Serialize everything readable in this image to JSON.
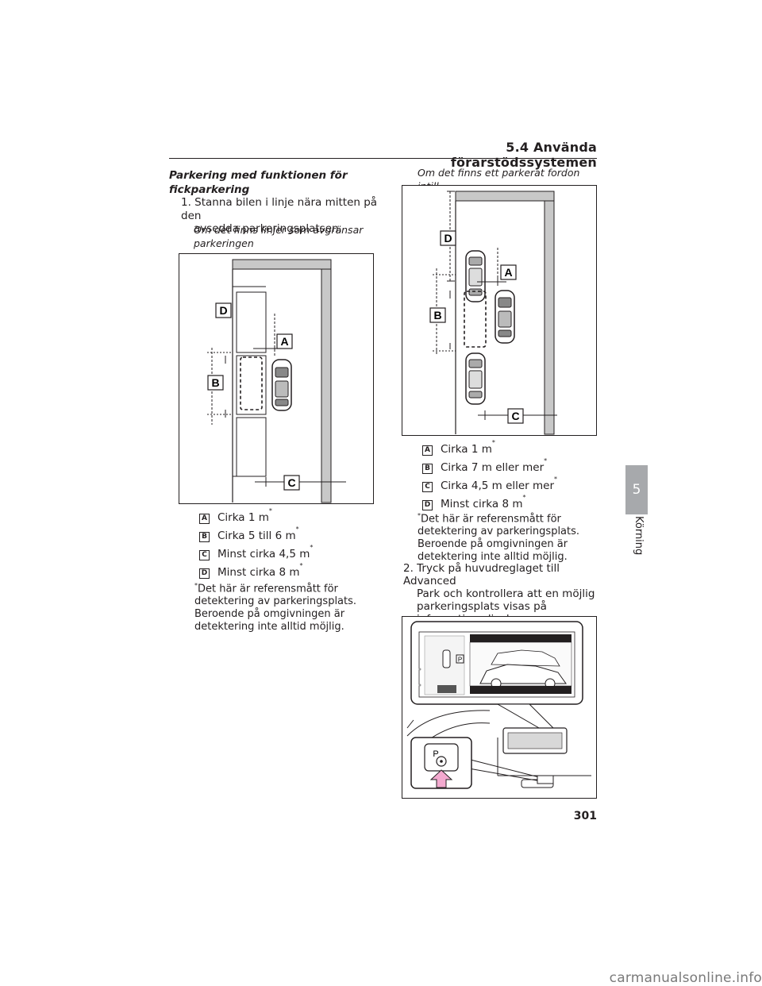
{
  "header": {
    "section": "5.4 Använda förarstödssystemen"
  },
  "left": {
    "heading_line1": "Parkering med funktionen för",
    "heading_line2": "fickparkering",
    "step1_line1": "1. Stanna bilen i linje nära mitten på den",
    "step1_line2": "avsedda parkeringsplatsen.",
    "caption_line1": "Om det finns linjer som avgränsar",
    "caption_line2": "parkeringen",
    "figure_labels": {
      "a": "A",
      "b": "B",
      "c": "C",
      "d": "D"
    },
    "legend": [
      {
        "key": "A",
        "text": "Cirka 1 m",
        "mark": "*"
      },
      {
        "key": "B",
        "text": "Cirka 5 till 6 m",
        "mark": "*"
      },
      {
        "key": "C",
        "text": "Minst cirka 4,5 m",
        "mark": "*"
      },
      {
        "key": "D",
        "text": "Minst cirka 8 m",
        "mark": "*"
      }
    ],
    "footnote_mark": "*",
    "footnote_lines": [
      "Det här är referensmått för",
      "detektering av parkeringsplats.",
      "Beroende på omgivningen är",
      "detektering inte alltid möjlig."
    ]
  },
  "right": {
    "caption": "Om det finns ett parkerat fordon intill",
    "figure_labels": {
      "a": "A",
      "b": "B",
      "c": "C",
      "d": "D"
    },
    "legend": [
      {
        "key": "A",
        "text": "Cirka 1 m",
        "mark": "*"
      },
      {
        "key": "B",
        "text": "Cirka 7 m eller mer",
        "mark": "*"
      },
      {
        "key": "C",
        "text": "Cirka 4,5 m eller mer",
        "mark": "*"
      },
      {
        "key": "D",
        "text": "Minst cirka 8 m",
        "mark": "*"
      }
    ],
    "footnote_mark": "*",
    "footnote_lines": [
      "Det här är referensmått för",
      "detektering av parkeringsplats.",
      "Beroende på omgivningen är",
      "detektering inte alltid möjlig."
    ],
    "step2_line1": "2. Tryck på huvudreglaget till Advanced",
    "step2_lines": [
      "Park och kontrollera att en möjlig",
      "parkeringsplats visas på",
      "informationsdisplayen."
    ],
    "switch_label": "P",
    "screen_p": "P"
  },
  "side_tab": {
    "number": "5",
    "label": "Körning"
  },
  "page_number": "301",
  "watermark": "carmanualsonline.info",
  "colors": {
    "tab_gray": "#a7a9ac",
    "arrow_pink": "#f3a9cf",
    "text": "#231f20"
  }
}
